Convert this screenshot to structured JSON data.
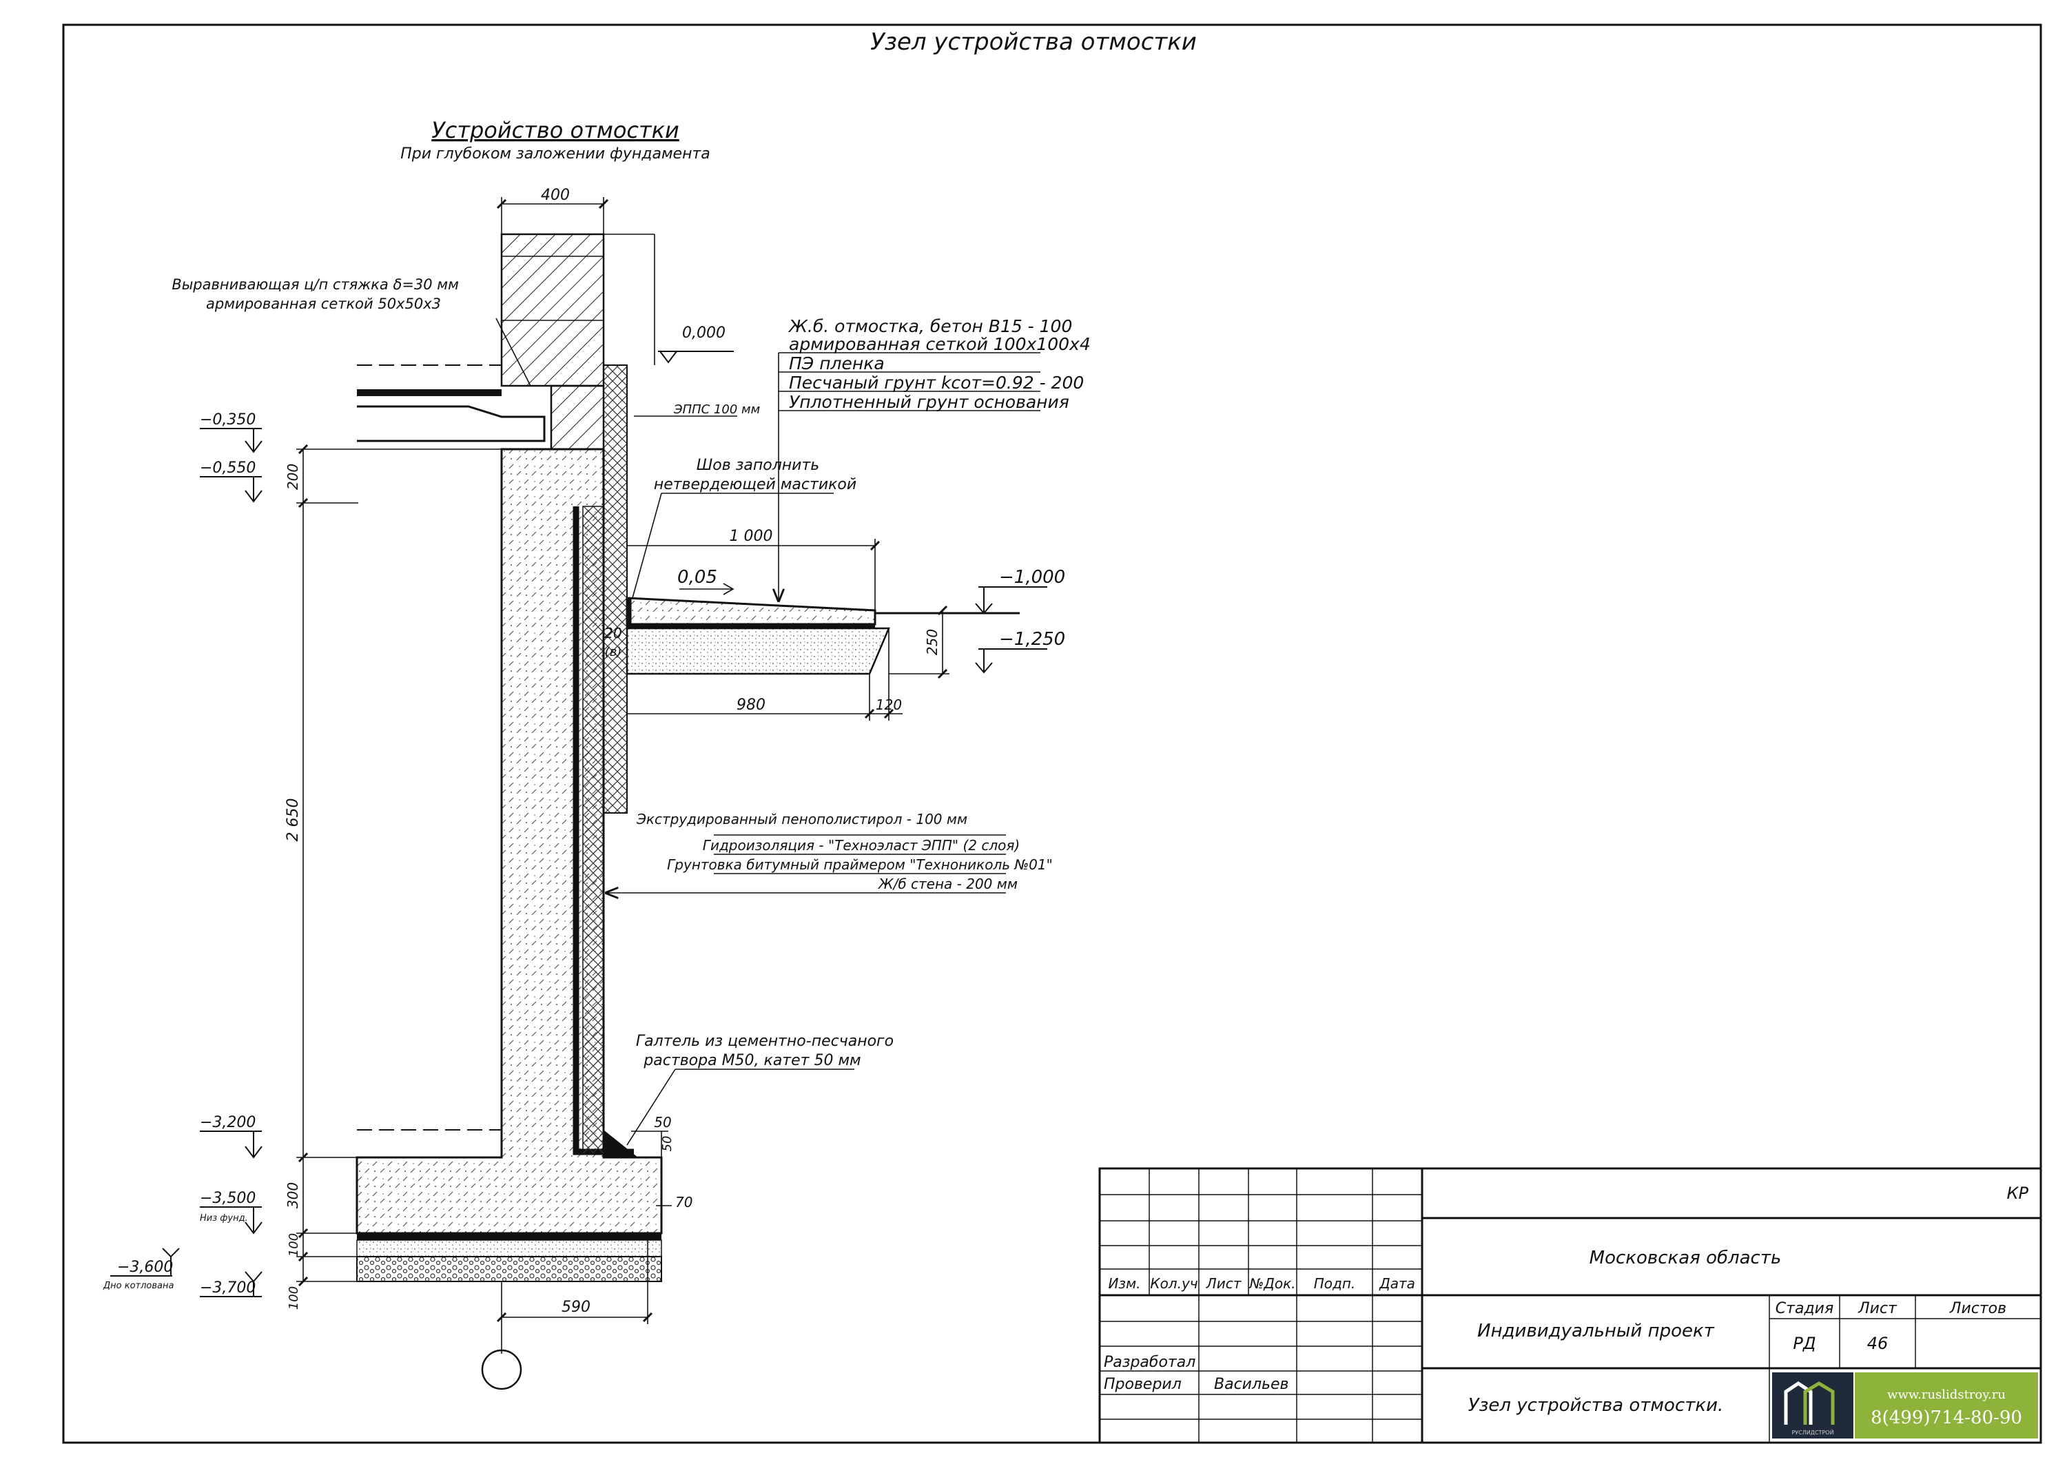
{
  "sheet_title": "Узел устройства отмостки",
  "detail": {
    "title": "Устройство отмостки",
    "subtitle": "При глубоком заложении фундамента"
  },
  "dimensions": {
    "wall_width": "400",
    "h_200": "200",
    "h_2650": "2 650",
    "h_300": "300",
    "h_100a": "100",
    "h_100b": "100",
    "w_1000": "1 000",
    "w_980": "980",
    "w_120": "120",
    "h_250": "250",
    "w_590": "590",
    "w_50": "50",
    "h_50": "50",
    "h_70": "70",
    "d_20": "20",
    "d_b": "(в)",
    "slope": "0,05"
  },
  "levels": {
    "l_0000": "0,000",
    "l_0350": "−0,350",
    "l_0550": "−0,550",
    "l_1000": "−1,000",
    "l_1250": "−1,250",
    "l_3200": "−3,200",
    "l_3500": "−3,500",
    "l_3500_note": "Низ фунд.",
    "l_3600": "−3,600",
    "l_3600_note": "Дно котлована",
    "l_3700": "−3,700"
  },
  "callouts": {
    "screed_1": "Выравнивающая ц/п стяжка δ=30 мм",
    "screed_2": "армированная сеткой 50х50х3",
    "epps": "ЭППС 100 мм",
    "seam_1": "Шов заполнить",
    "seam_2": "нетвердеющей мастикой",
    "fillet_1": "Галтель из цементно-песчаного",
    "fillet_2": "раствора М50, катет 50 мм",
    "blind_layers": [
      "Ж.б. отмостка, бетон В15 - 100",
      "армированная сеткой 100х100х4",
      "ПЭ пленка",
      "Песчаный грунт kсот=0.92 - 200",
      "Уплотненный грунт основания"
    ],
    "wall_layers": [
      "Экструдированный пенополистирол - 100 мм",
      "Гидроизоляция - \"Техноэласт ЭПП\" (2 слоя)",
      "Грунтовка битумный праймером \"Технониколь №01\"",
      "Ж/б стена - 200 мм"
    ]
  },
  "title_block": {
    "code": "КР",
    "region": "Московская область",
    "project": "Индивидуальный проект",
    "sheet_name": "Узел устройства отмостки.",
    "headers": {
      "izm": "Изм.",
      "kol": "Кол.уч",
      "list": "Лист",
      "ndok": "№Док.",
      "podp": "Подп.",
      "data": "Дата"
    },
    "stage_label": "Стадия",
    "sheet_label": "Лист",
    "sheets_label": "Листов",
    "stage": "РД",
    "sheet_no": "46",
    "sheets_total": "",
    "developed_label": "Разработал",
    "checked_label": "Проверил",
    "checked_name": "Васильев"
  },
  "logo": {
    "site": "www.ruslidstroy.ru",
    "phone": "8(499)714-80-90",
    "caption": "РУСЛИДСТРОЙ",
    "color_green": "#8db33a",
    "color_dark": "#1f2a3a"
  }
}
